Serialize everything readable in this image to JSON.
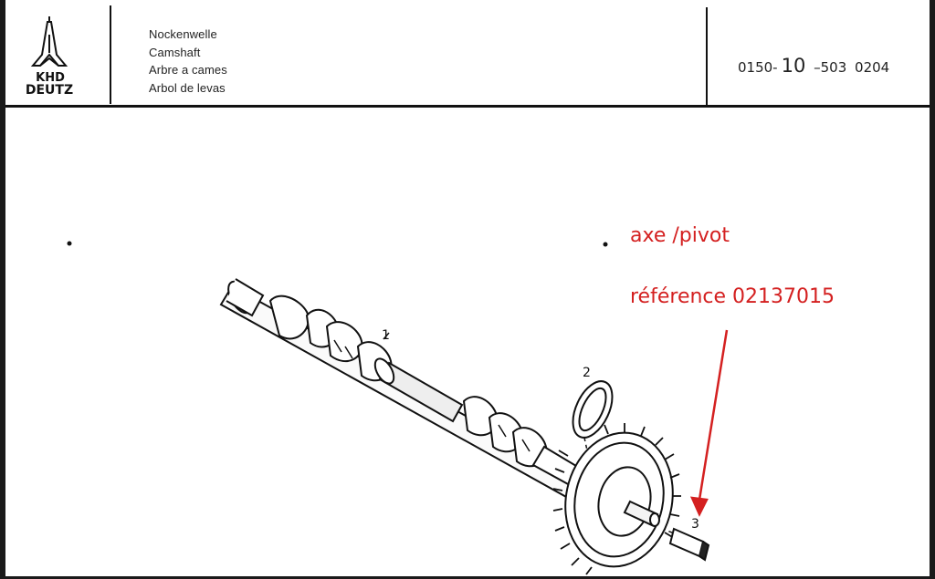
{
  "logo": {
    "brand_line1": "KHD",
    "brand_line2": "DEUTZ",
    "icon": "cathedral-logo-icon"
  },
  "titles": [
    "Nockenwelle",
    "Camshaft",
    "Arbre a cames",
    "Arbol de levas"
  ],
  "part_number": {
    "prefix": "0150-",
    "main": "10",
    "middle": "–503",
    "suffix": "0204"
  },
  "callouts": [
    "1",
    "2",
    "3"
  ],
  "annotation": {
    "line1": "axe /pivot",
    "line2": "référence 02137015",
    "color": "#d42020"
  },
  "icons": [
    "camshaft-icon",
    "thrust-ring-icon",
    "gear-icon",
    "key-pin-icon",
    "arrow-icon"
  ]
}
